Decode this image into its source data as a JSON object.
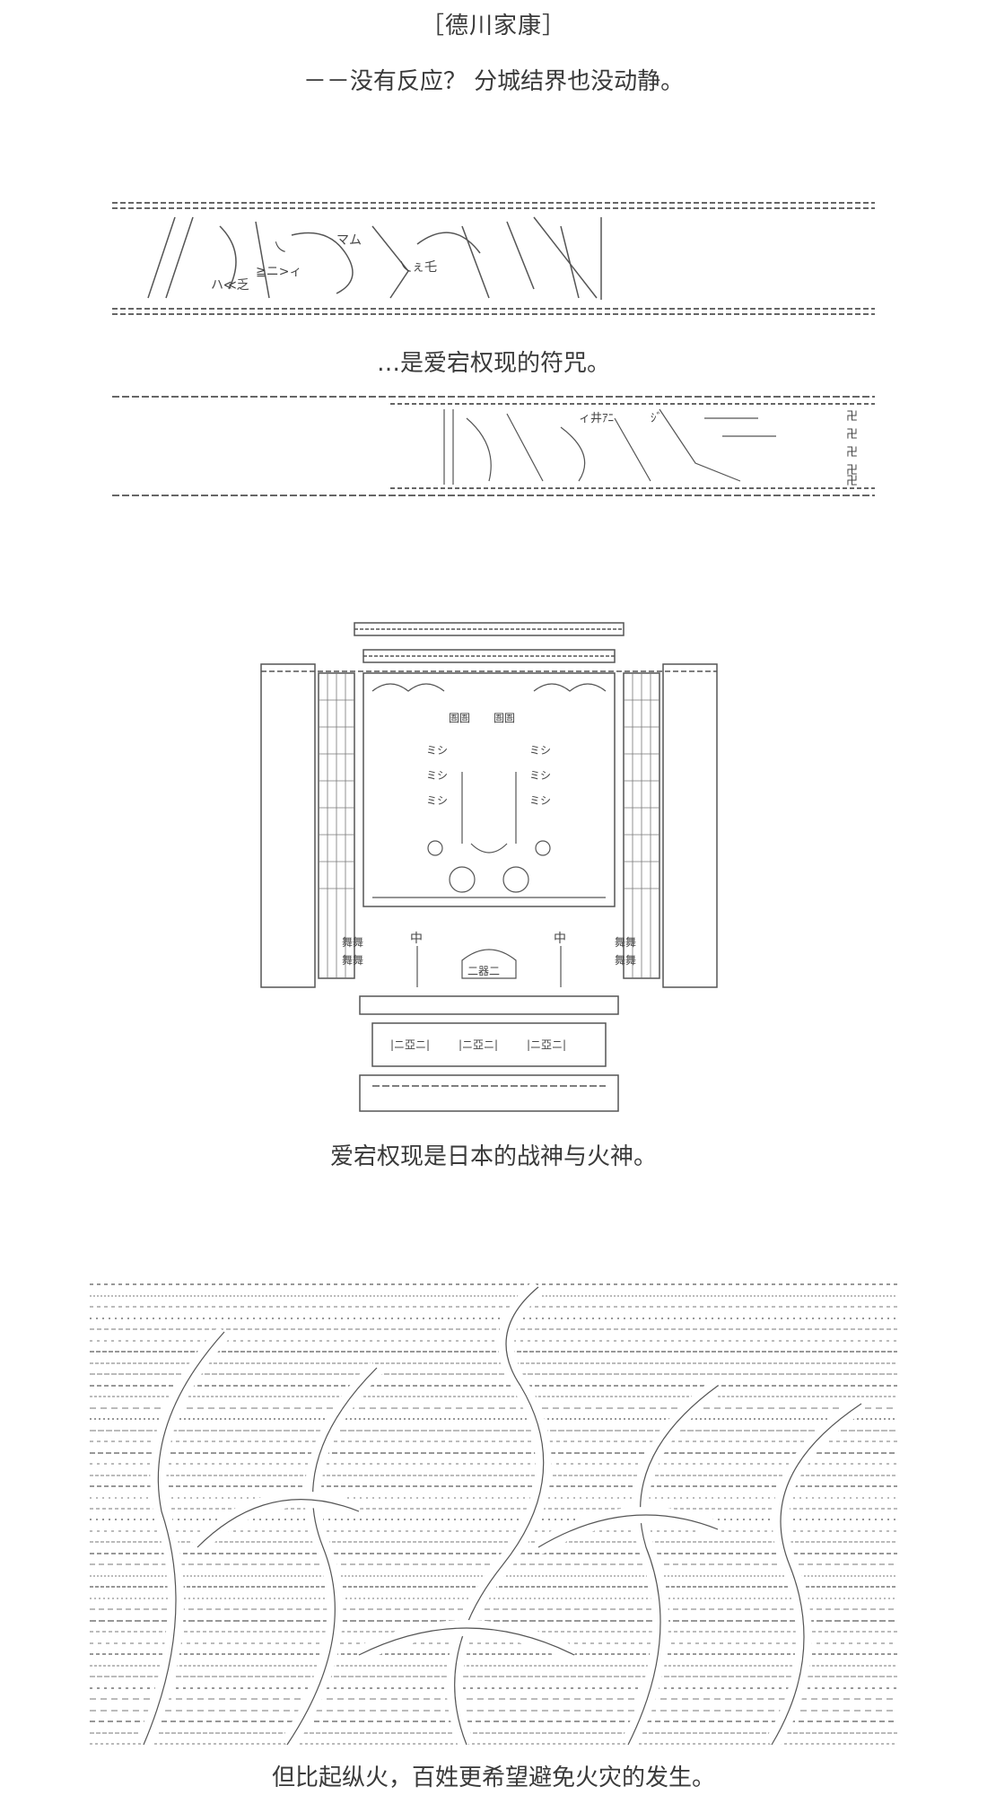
{
  "dialogue": {
    "speaker": "［德川家康］",
    "line1": "－－没有反应？ 分城结界也没动静。",
    "line2": "…是爱宕权现的符咒。",
    "line3": "爱宕权现是日本的战神与火神。",
    "line4": "但比起纵火，百姓更希望避免火灾的发生。"
  },
  "talisman_art": {
    "chars": [
      "乀",
      "マム",
      "乀ぇ乇",
      "≧ニ>ィ",
      "ハ≪乏"
    ]
  },
  "seal_art": {
    "chars": [
      "ィ井ｱﾆ",
      "ｼﾞ",
      "卍",
      "卍",
      "卍",
      "卍",
      "卍"
    ]
  },
  "shrine_art": {
    "plaque_chars": [
      "圄圄",
      "圄圄"
    ],
    "emblem_chars": [
      "ミシ",
      "ミシ",
      "ミシ",
      "ミシ",
      "ミシ",
      "ミシ"
    ],
    "panel_chars": [
      "舞舞",
      "舞舞",
      "舞舞",
      "舞舞"
    ],
    "pillar_chars": [
      "中",
      "中"
    ],
    "base_plaques": [
      "|ニ亞ニ|",
      "|ニ亞ニ|",
      "|ニ亞ニ|"
    ],
    "center_char": "二器二"
  },
  "fire_art": {
    "rows": 42
  }
}
